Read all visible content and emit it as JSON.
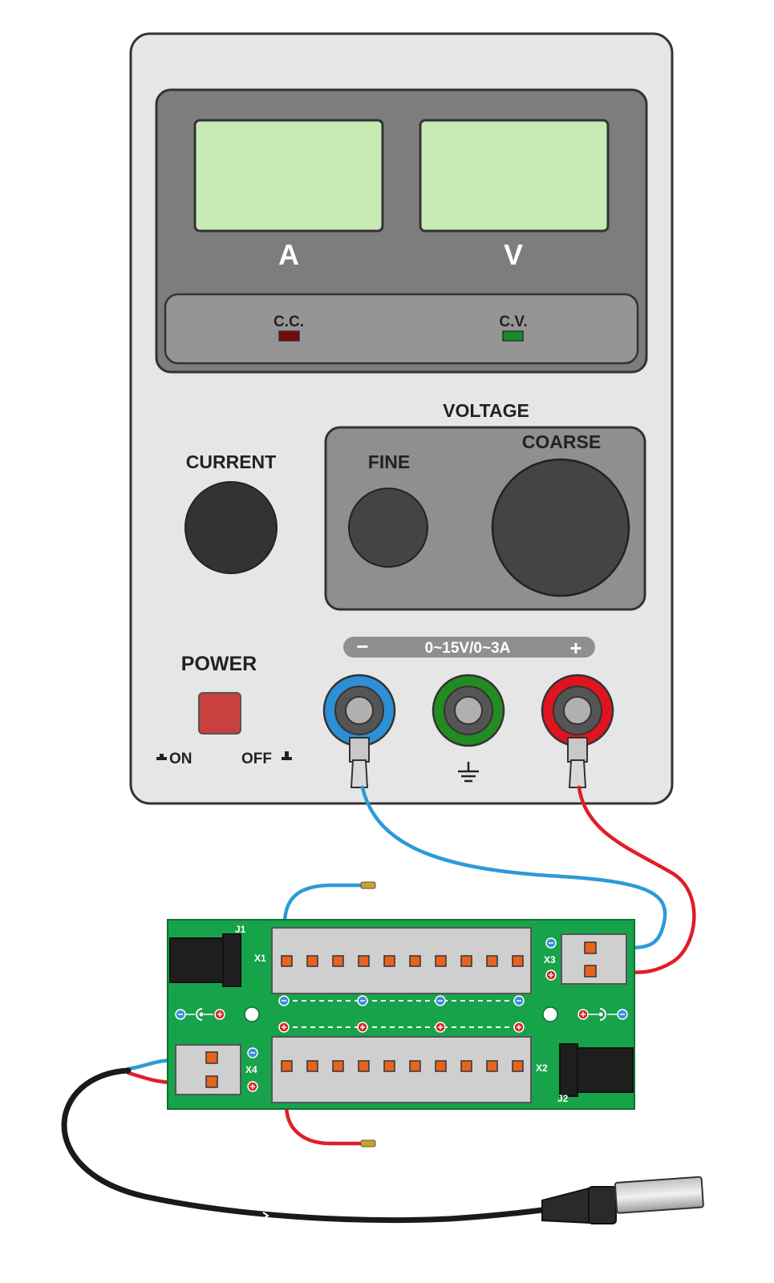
{
  "power_supply": {
    "meters": {
      "ammeter_label": "A",
      "voltmeter_label": "V"
    },
    "indicators": {
      "cc_label": "C.C.",
      "cv_label": "C.V.",
      "cc_color": "#7a0a0a",
      "cv_color": "#1a8a2a"
    },
    "controls": {
      "current_label": "CURRENT",
      "voltage_label": "VOLTAGE",
      "fine_label": "FINE",
      "coarse_label": "COARSE"
    },
    "power": {
      "label": "POWER",
      "on_label": "ON",
      "off_label": "OFF",
      "button_color": "#c94040"
    },
    "output": {
      "rating": "0~15V/0~3A",
      "minus": "−",
      "plus": "+"
    },
    "terminals": {
      "negative_color": "#2d8fd6",
      "ground_color": "#228b22",
      "positive_color": "#e0141e"
    }
  },
  "board": {
    "labels": {
      "j1": "J1",
      "j2": "J2",
      "x1": "X1",
      "x2": "X2",
      "x3": "X3",
      "x4": "X4"
    },
    "pcb_color": "#17a34a",
    "slot_color": "#e8641e"
  },
  "wires": {
    "blue": "#2d9ad8",
    "red": "#e01e28",
    "black": "#1a1a1a"
  }
}
